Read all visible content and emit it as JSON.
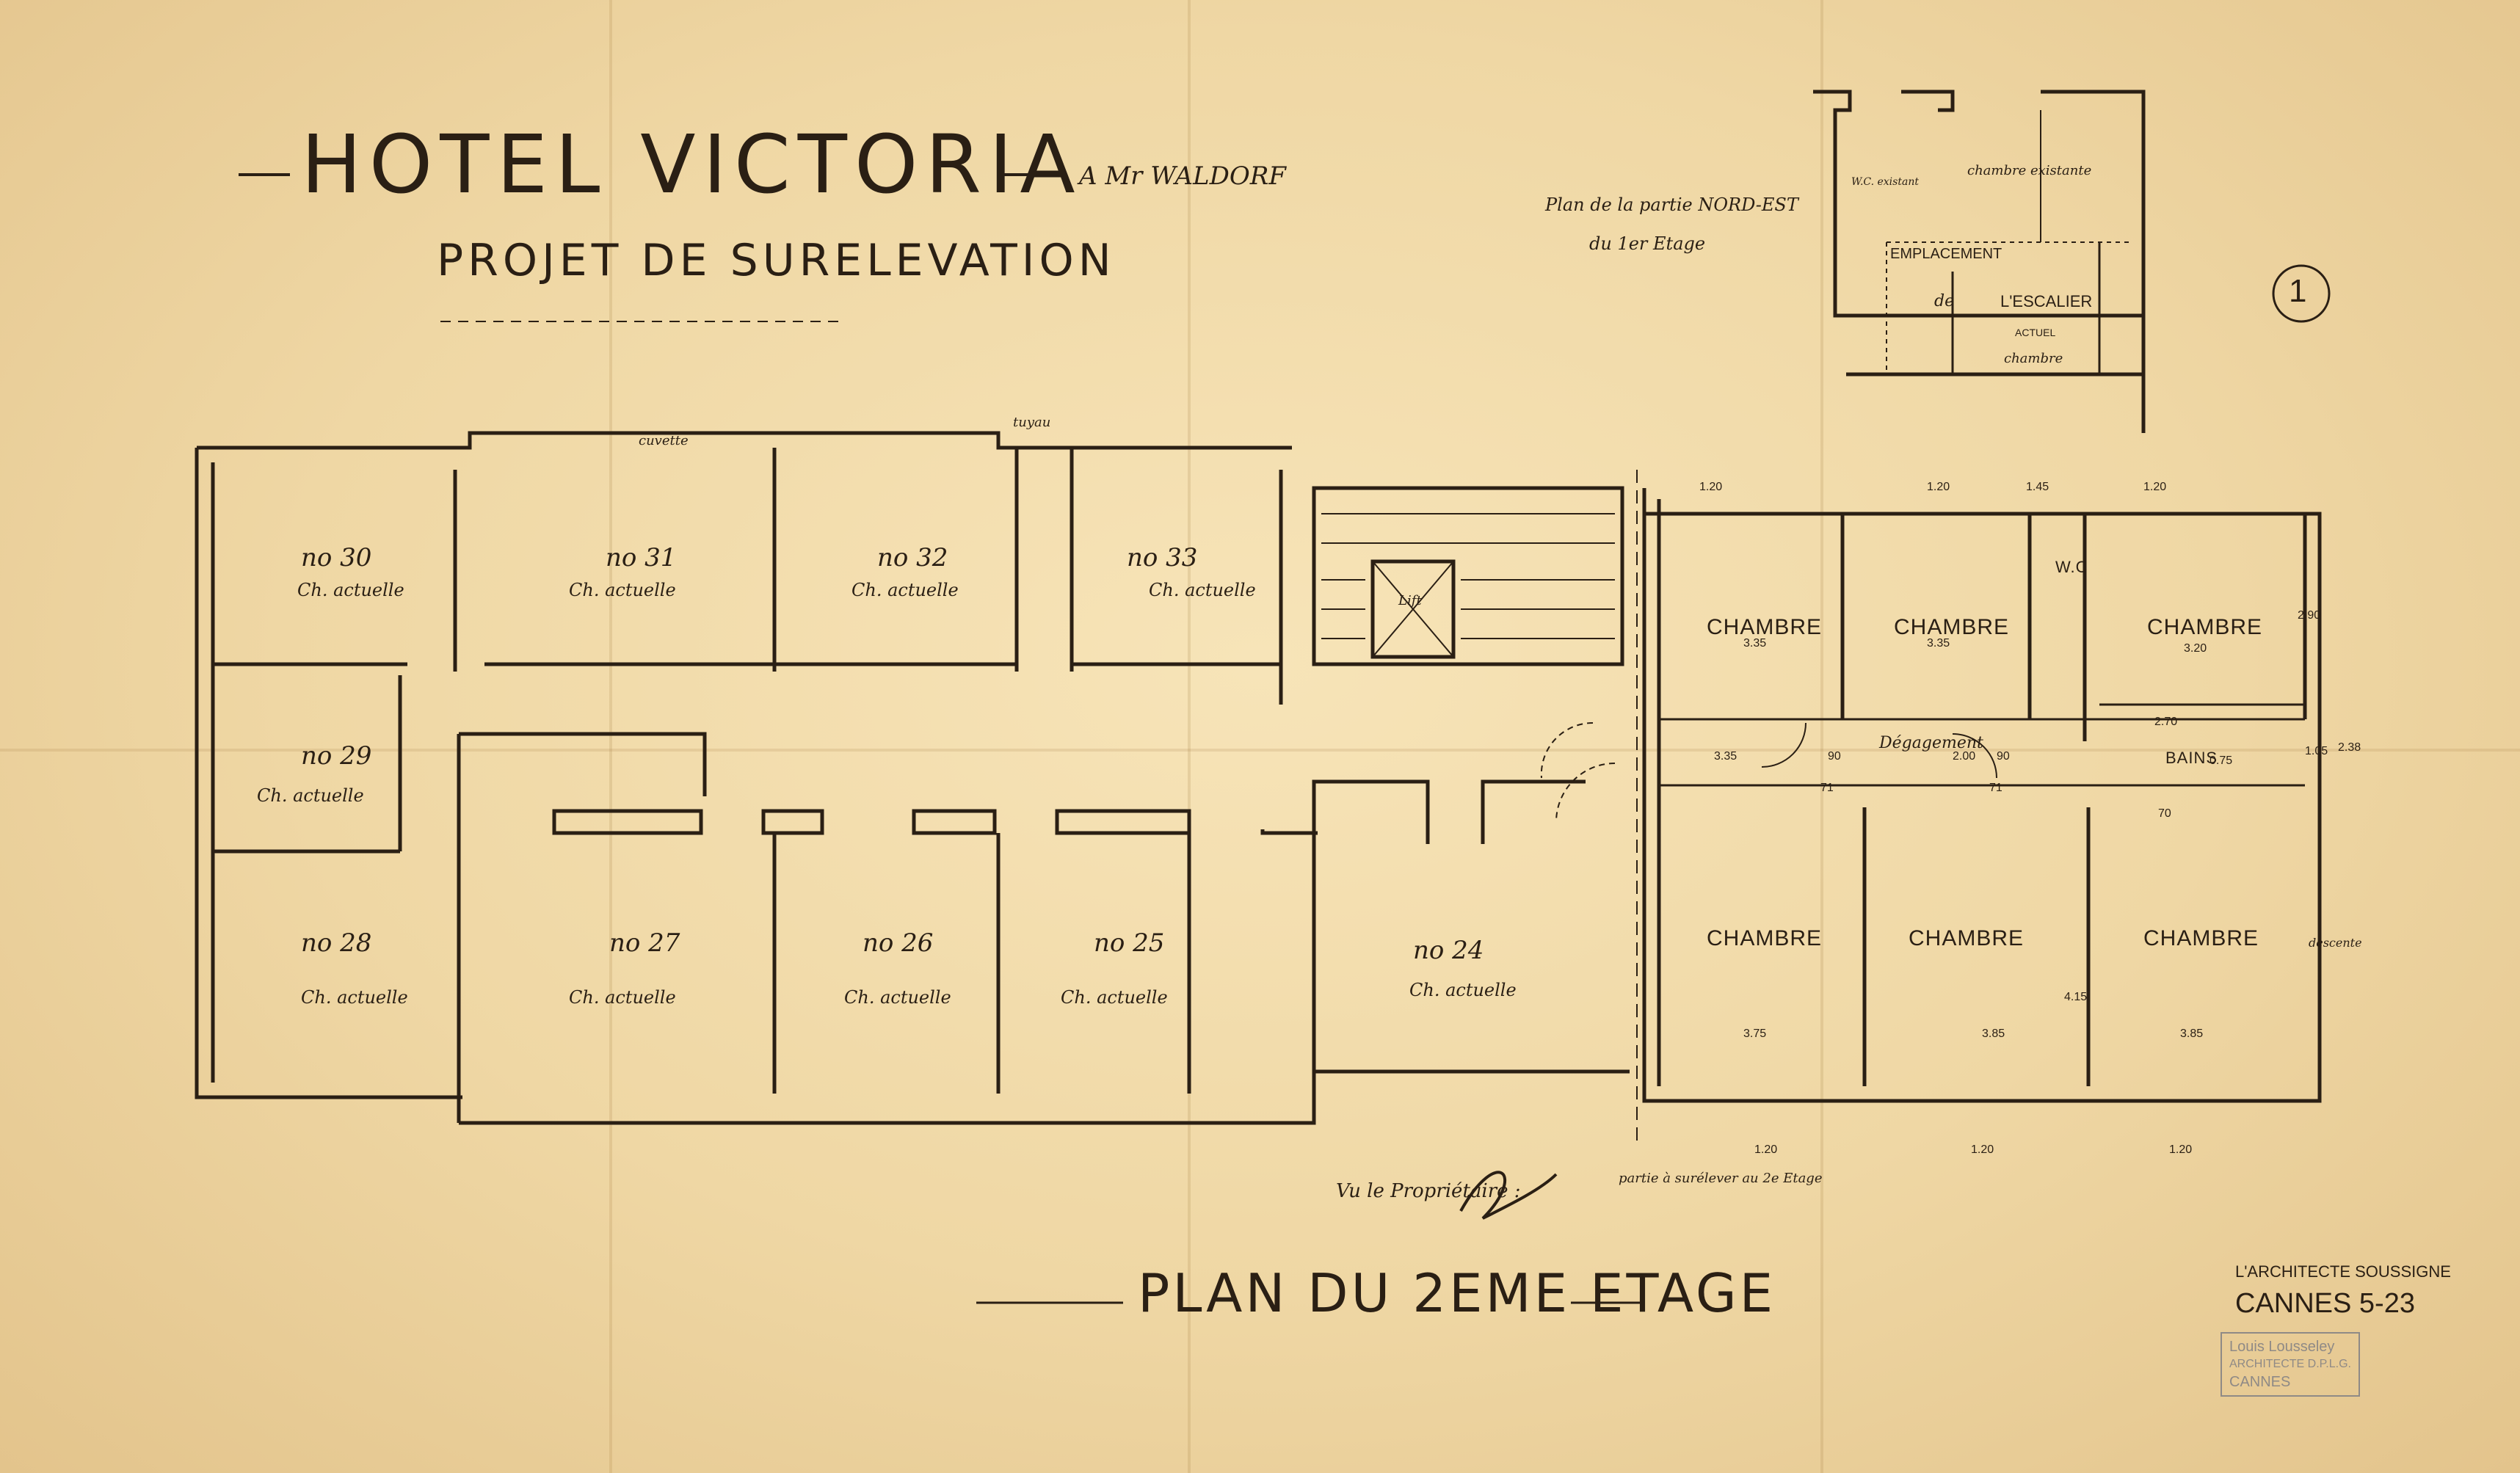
{
  "header": {
    "title": "HOTEL VICTORIA",
    "owner": "A Mr WALDORF",
    "subtitle": "PROJET DE SURELEVATION"
  },
  "inset": {
    "caption_1": "Plan de la partie NORD-EST",
    "caption_2": "du 1er Etage",
    "room_existing": "chambre existante",
    "wc_existing": "W.C. existant",
    "location_label": "EMPLACEMENT",
    "location_de": "de",
    "stair_label": "L'ESCALIER",
    "current_room": "ACTUEL",
    "current_room_2": "chambre",
    "sheet_number": "1"
  },
  "rooms_existing": [
    {
      "num": "no 30",
      "label": "Ch. actuelle"
    },
    {
      "num": "no 31",
      "label": "Ch. actuelle"
    },
    {
      "num": "no 32",
      "label": "Ch. actuelle"
    },
    {
      "num": "no 33",
      "label": "Ch. actuelle"
    },
    {
      "num": "no 29",
      "label": "Ch. actuelle"
    },
    {
      "num": "no 28",
      "label": "Ch. actuelle"
    },
    {
      "num": "no 27",
      "label": "Ch. actuelle"
    },
    {
      "num": "no 26",
      "label": "Ch. actuelle"
    },
    {
      "num": "no 25",
      "label": "Ch. actuelle"
    },
    {
      "num": "no 24",
      "label": "Ch. actuelle"
    }
  ],
  "rooms_new": {
    "chambre": "CHAMBRE",
    "wc": "W.C",
    "bains": "BAINS",
    "degagement": "Dégagement"
  },
  "annotations": {
    "lift": "Lift",
    "cuvette": "cuvette",
    "tuyau": "tuyau",
    "limit_note": "partie à surélever au 2e Etage",
    "approval": "Vu le Propriétaire :",
    "descente": "descente"
  },
  "dimensions": {
    "w120": "1.20",
    "w335": "3.35",
    "w320": "3.20",
    "w290": "2.90",
    "w270": "2.70",
    "w375": "3.75",
    "w385": "3.85",
    "w415": "4.15",
    "w075": "0.75",
    "w090": "90",
    "w071": "71",
    "w070": "70",
    "w200": "2.00",
    "w145": "1.45",
    "w105": "1.05",
    "w238": "2.38"
  },
  "footer": {
    "plan_title": "PLAN DU 2EME ETAGE",
    "architect": "L'ARCHITECTE SOUSSIGNE",
    "city_date": "CANNES 5-23",
    "stamp_line1": "Louis Lousseley",
    "stamp_line2": "ARCHITECTE D.P.L.G.",
    "stamp_line3": "CANNES"
  },
  "colors": {
    "paper": "#f1dcae",
    "ink": "#2a1f14",
    "stamp": "#8f8a86"
  }
}
